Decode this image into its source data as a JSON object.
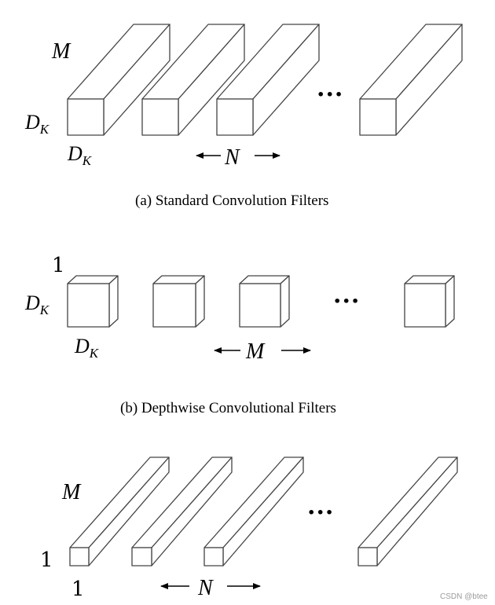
{
  "panels": [
    {
      "id": "a",
      "caption": "(a)  Standard Convolution Filters",
      "depth_label": "M",
      "height_label": "D",
      "height_sub": "K",
      "width_label": "D",
      "width_sub": "K",
      "count_label": "N",
      "ellipsis": "···"
    },
    {
      "id": "b",
      "caption": "(b)  Depthwise Convolutional Filters",
      "depth_label": "1",
      "height_label": "D",
      "height_sub": "K",
      "width_label": "D",
      "width_sub": "K",
      "count_label": "M",
      "ellipsis": "···"
    },
    {
      "id": "c",
      "caption": "",
      "depth_label": "M",
      "height_label": "1",
      "width_label": "1",
      "count_label": "N",
      "ellipsis": "···"
    }
  ],
  "watermark": "CSDN @btee"
}
